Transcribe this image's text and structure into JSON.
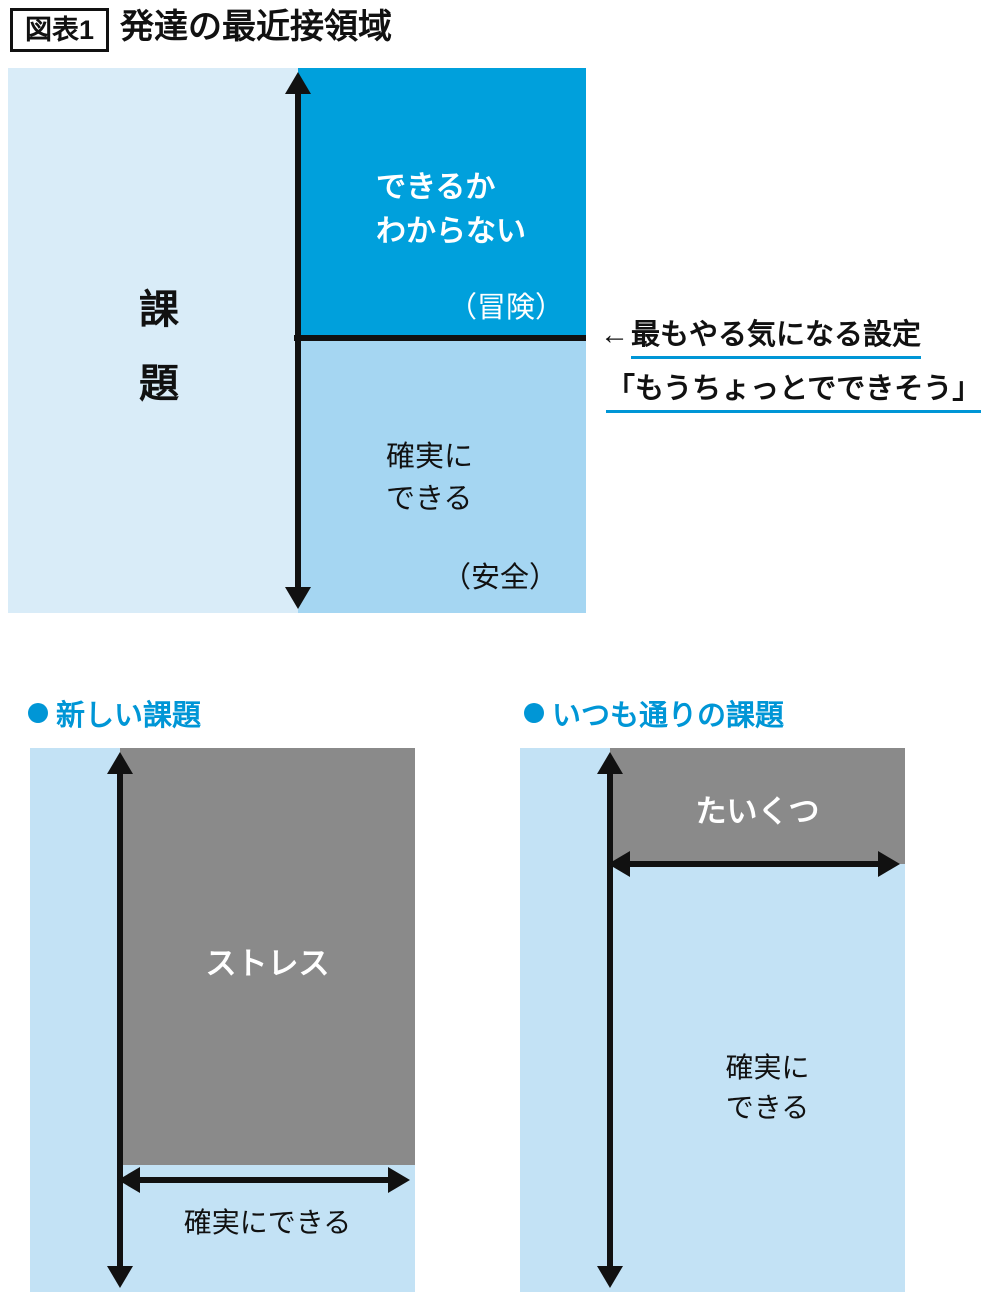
{
  "header": {
    "tag": "図表1",
    "title": "発達の最近接領域"
  },
  "main_diagram": {
    "axis_label": "課\n題",
    "adventure_label": "できるか\nわからない",
    "adventure_note": "（冒険）",
    "safe_label": "確実に\nできる",
    "safe_note": "（安全）"
  },
  "annotation": {
    "arrow": "←",
    "line1": "最もやる気になる設定",
    "line2": "「もうちょっとでできそう」"
  },
  "left_diagram": {
    "heading": "新しい課題",
    "zone_label": "ストレス",
    "base_label": "確実にできる"
  },
  "right_diagram": {
    "heading": "いつも通りの課題",
    "zone_label": "たいくつ",
    "base_label": "確実に\nできる"
  },
  "colors": {
    "pale_blue": "#d9ecf8",
    "bright_blue": "#00a0dc",
    "mid_blue": "#a5d6f2",
    "light_blue": "#c3e2f5",
    "zone_gray": "#8a8a8a",
    "accent_blue": "#0096d6",
    "ink": "#111111"
  }
}
